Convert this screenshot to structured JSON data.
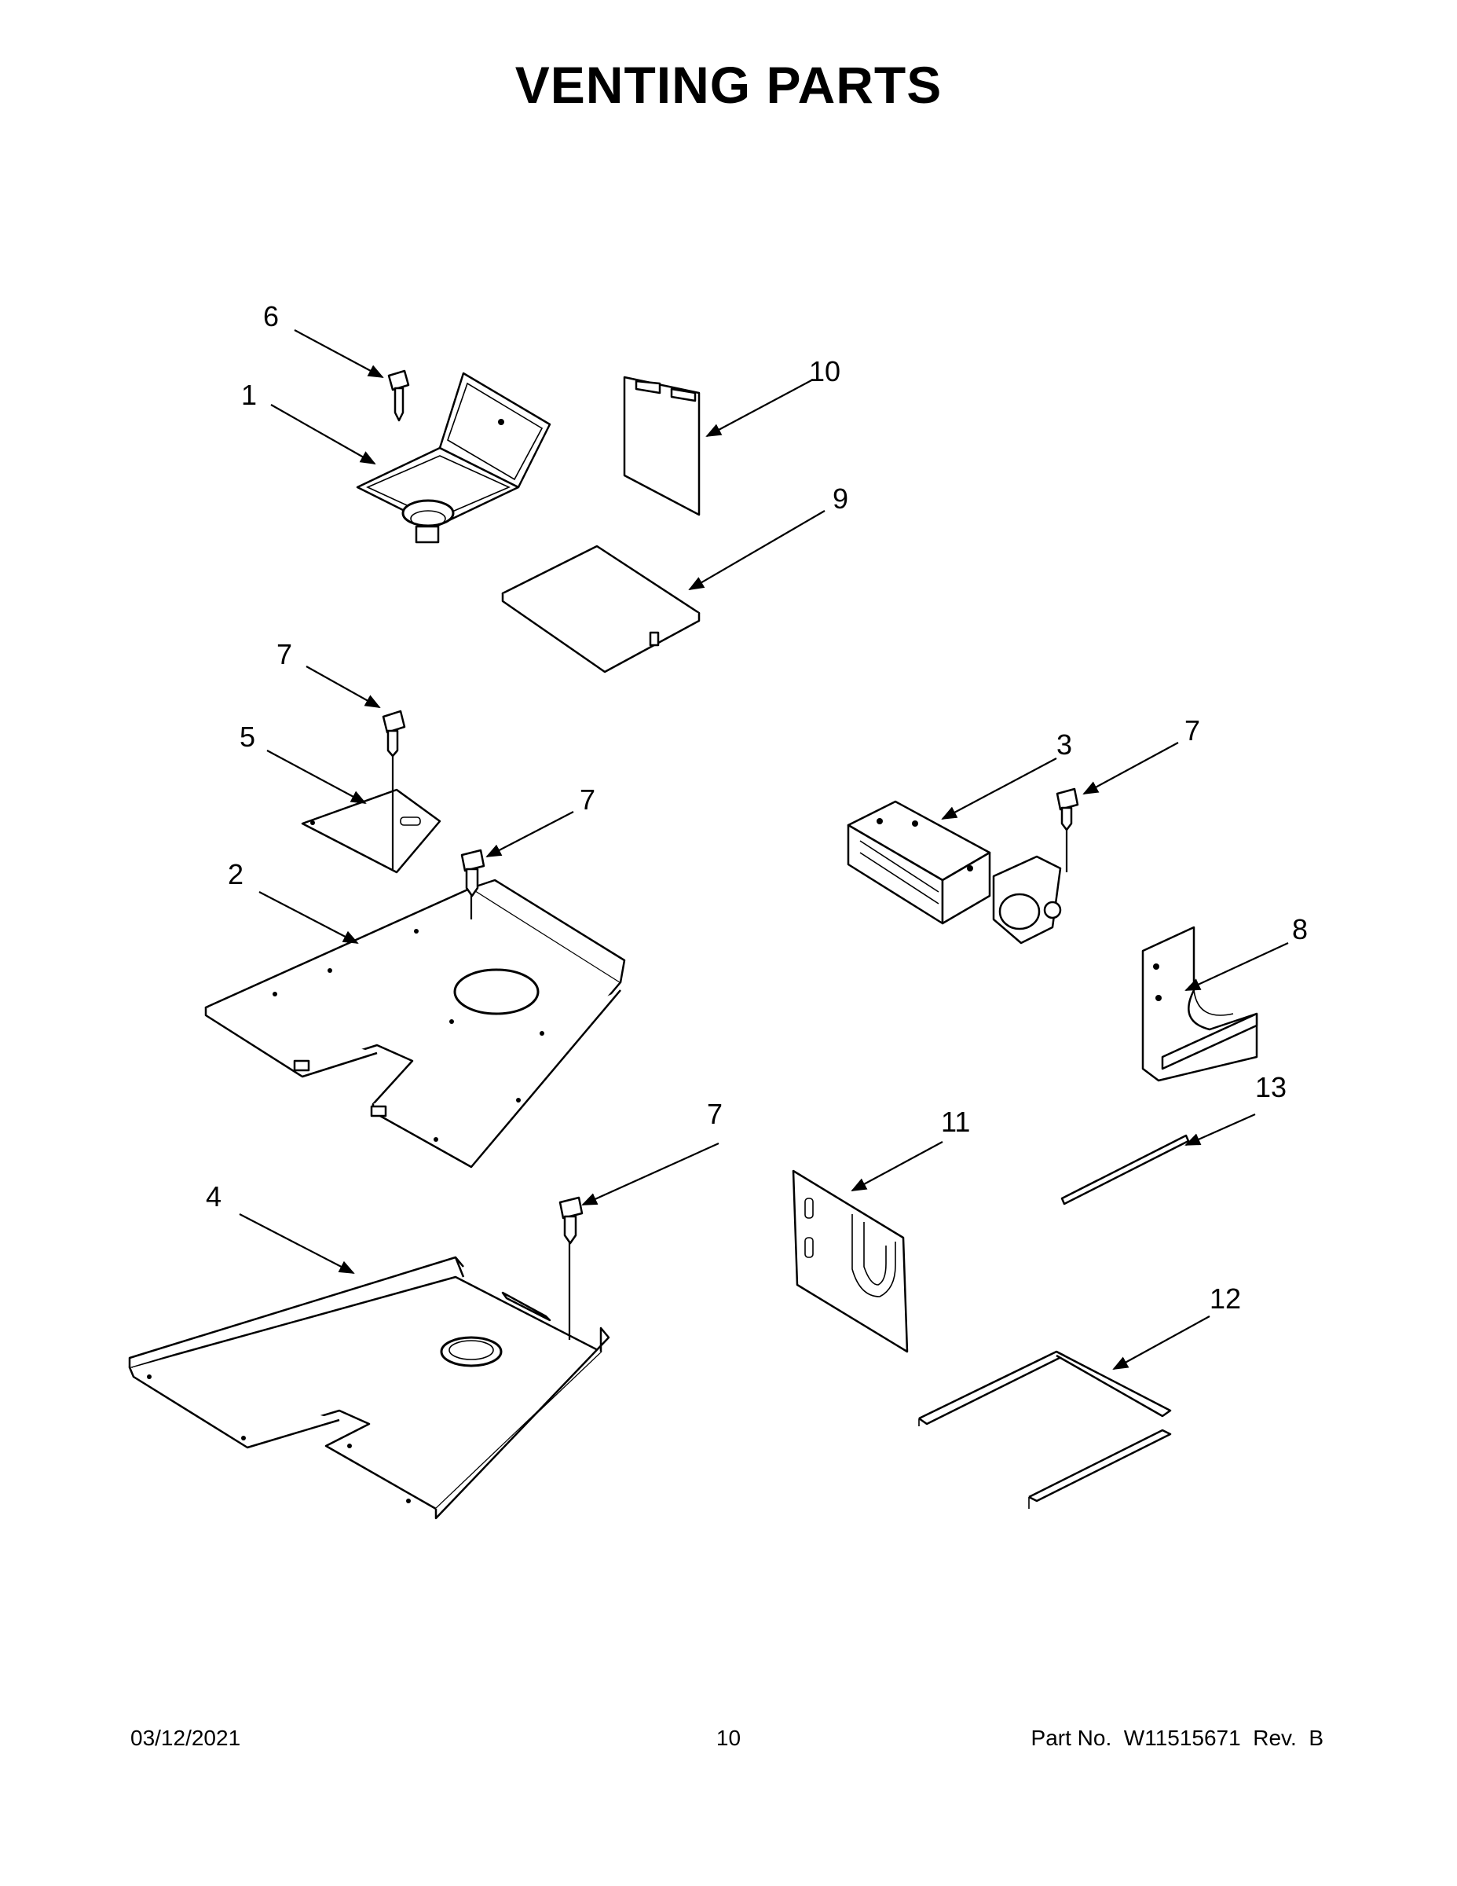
{
  "title": "VENTING PARTS",
  "callouts": {
    "c1": "1",
    "c2": "2",
    "c3": "3",
    "c4": "4",
    "c5": "5",
    "c6": "6",
    "c7a": "7",
    "c7b": "7",
    "c7c": "7",
    "c7d": "7",
    "c8": "8",
    "c9": "9",
    "c10": "10",
    "c11": "11",
    "c12": "12",
    "c13": "13"
  },
  "footer": {
    "date": "03/12/2021",
    "page": "10",
    "part_no": "Part No.  W11515671  Rev.  B"
  }
}
